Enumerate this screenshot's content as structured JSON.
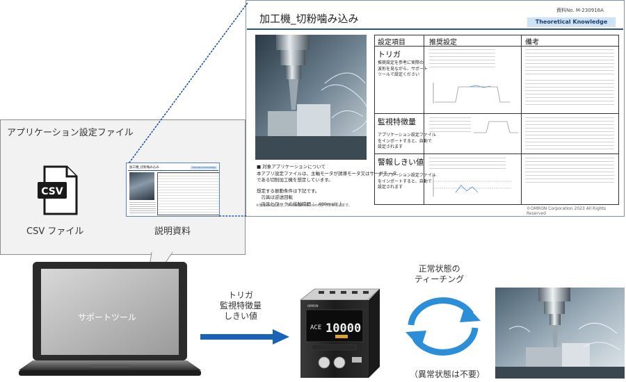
{
  "bubble": {
    "title": "アプリケーション設定ファイル",
    "csv_label": "CSV ファイル",
    "csv_icon_text": "CSV",
    "doc_label": "説明資料",
    "thumb_title": "加工機_切粉噛み込み",
    "thumb_badge": "Theoretical Knowledge"
  },
  "doc": {
    "title": "加工機_切粉噛み込み",
    "doc_no": "資料No. M-230916A",
    "badge": "Theoretical  Knowledge",
    "desc_lines": [
      "■ 対象アプリケーションについて",
      "本アプリ設定ファイルは、主軸モータが誘導モータ又はサーボモータ",
      "である切削加工機を想定しています。",
      "",
      "想定する振動条件は下記です。",
      "　刃具は逆送回転",
      "　刃具とワークの接触時間 ： 400ms以上"
    ],
    "footnote": "※使用した画像は、Shutterstock.comの許可を得ています。",
    "copyright": "©OMRON Corporation 2023 All Rights Reserved",
    "table": {
      "headers": [
        "設定項目",
        "推奨設定",
        "備考"
      ],
      "rows": [
        {
          "label": "トリガ",
          "sub": [
            "推奨設定を参考に実際の",
            "波形を見ながら、サポート",
            "ツールで設定ください"
          ]
        },
        {
          "label": "監視特徴量",
          "sub": [
            "アプリケーション設定ファイル",
            "をインポートすると、自動で",
            "設定されます"
          ]
        },
        {
          "label": "警報しきい値",
          "sub": [
            "アプリケーション設定ファイル",
            "をインポートすると、自動で",
            "設定されます"
          ]
        }
      ]
    }
  },
  "bottom": {
    "support_tool": "サポートツール",
    "params": [
      "トリガ",
      "監視特徴量",
      "しきい値"
    ],
    "teach_label": [
      "正常状態の",
      "ティーチング"
    ],
    "abnormal_label": "（異常状態は不要）",
    "device_display": "10000",
    "device_ace": "ACE",
    "device_brand": "OMRON"
  },
  "colors": {
    "arrow": "#1a63b8",
    "cycle": "#2a8fd8",
    "doc_border": "#2b4f8c",
    "badge_bg": "#cfe3f5"
  }
}
